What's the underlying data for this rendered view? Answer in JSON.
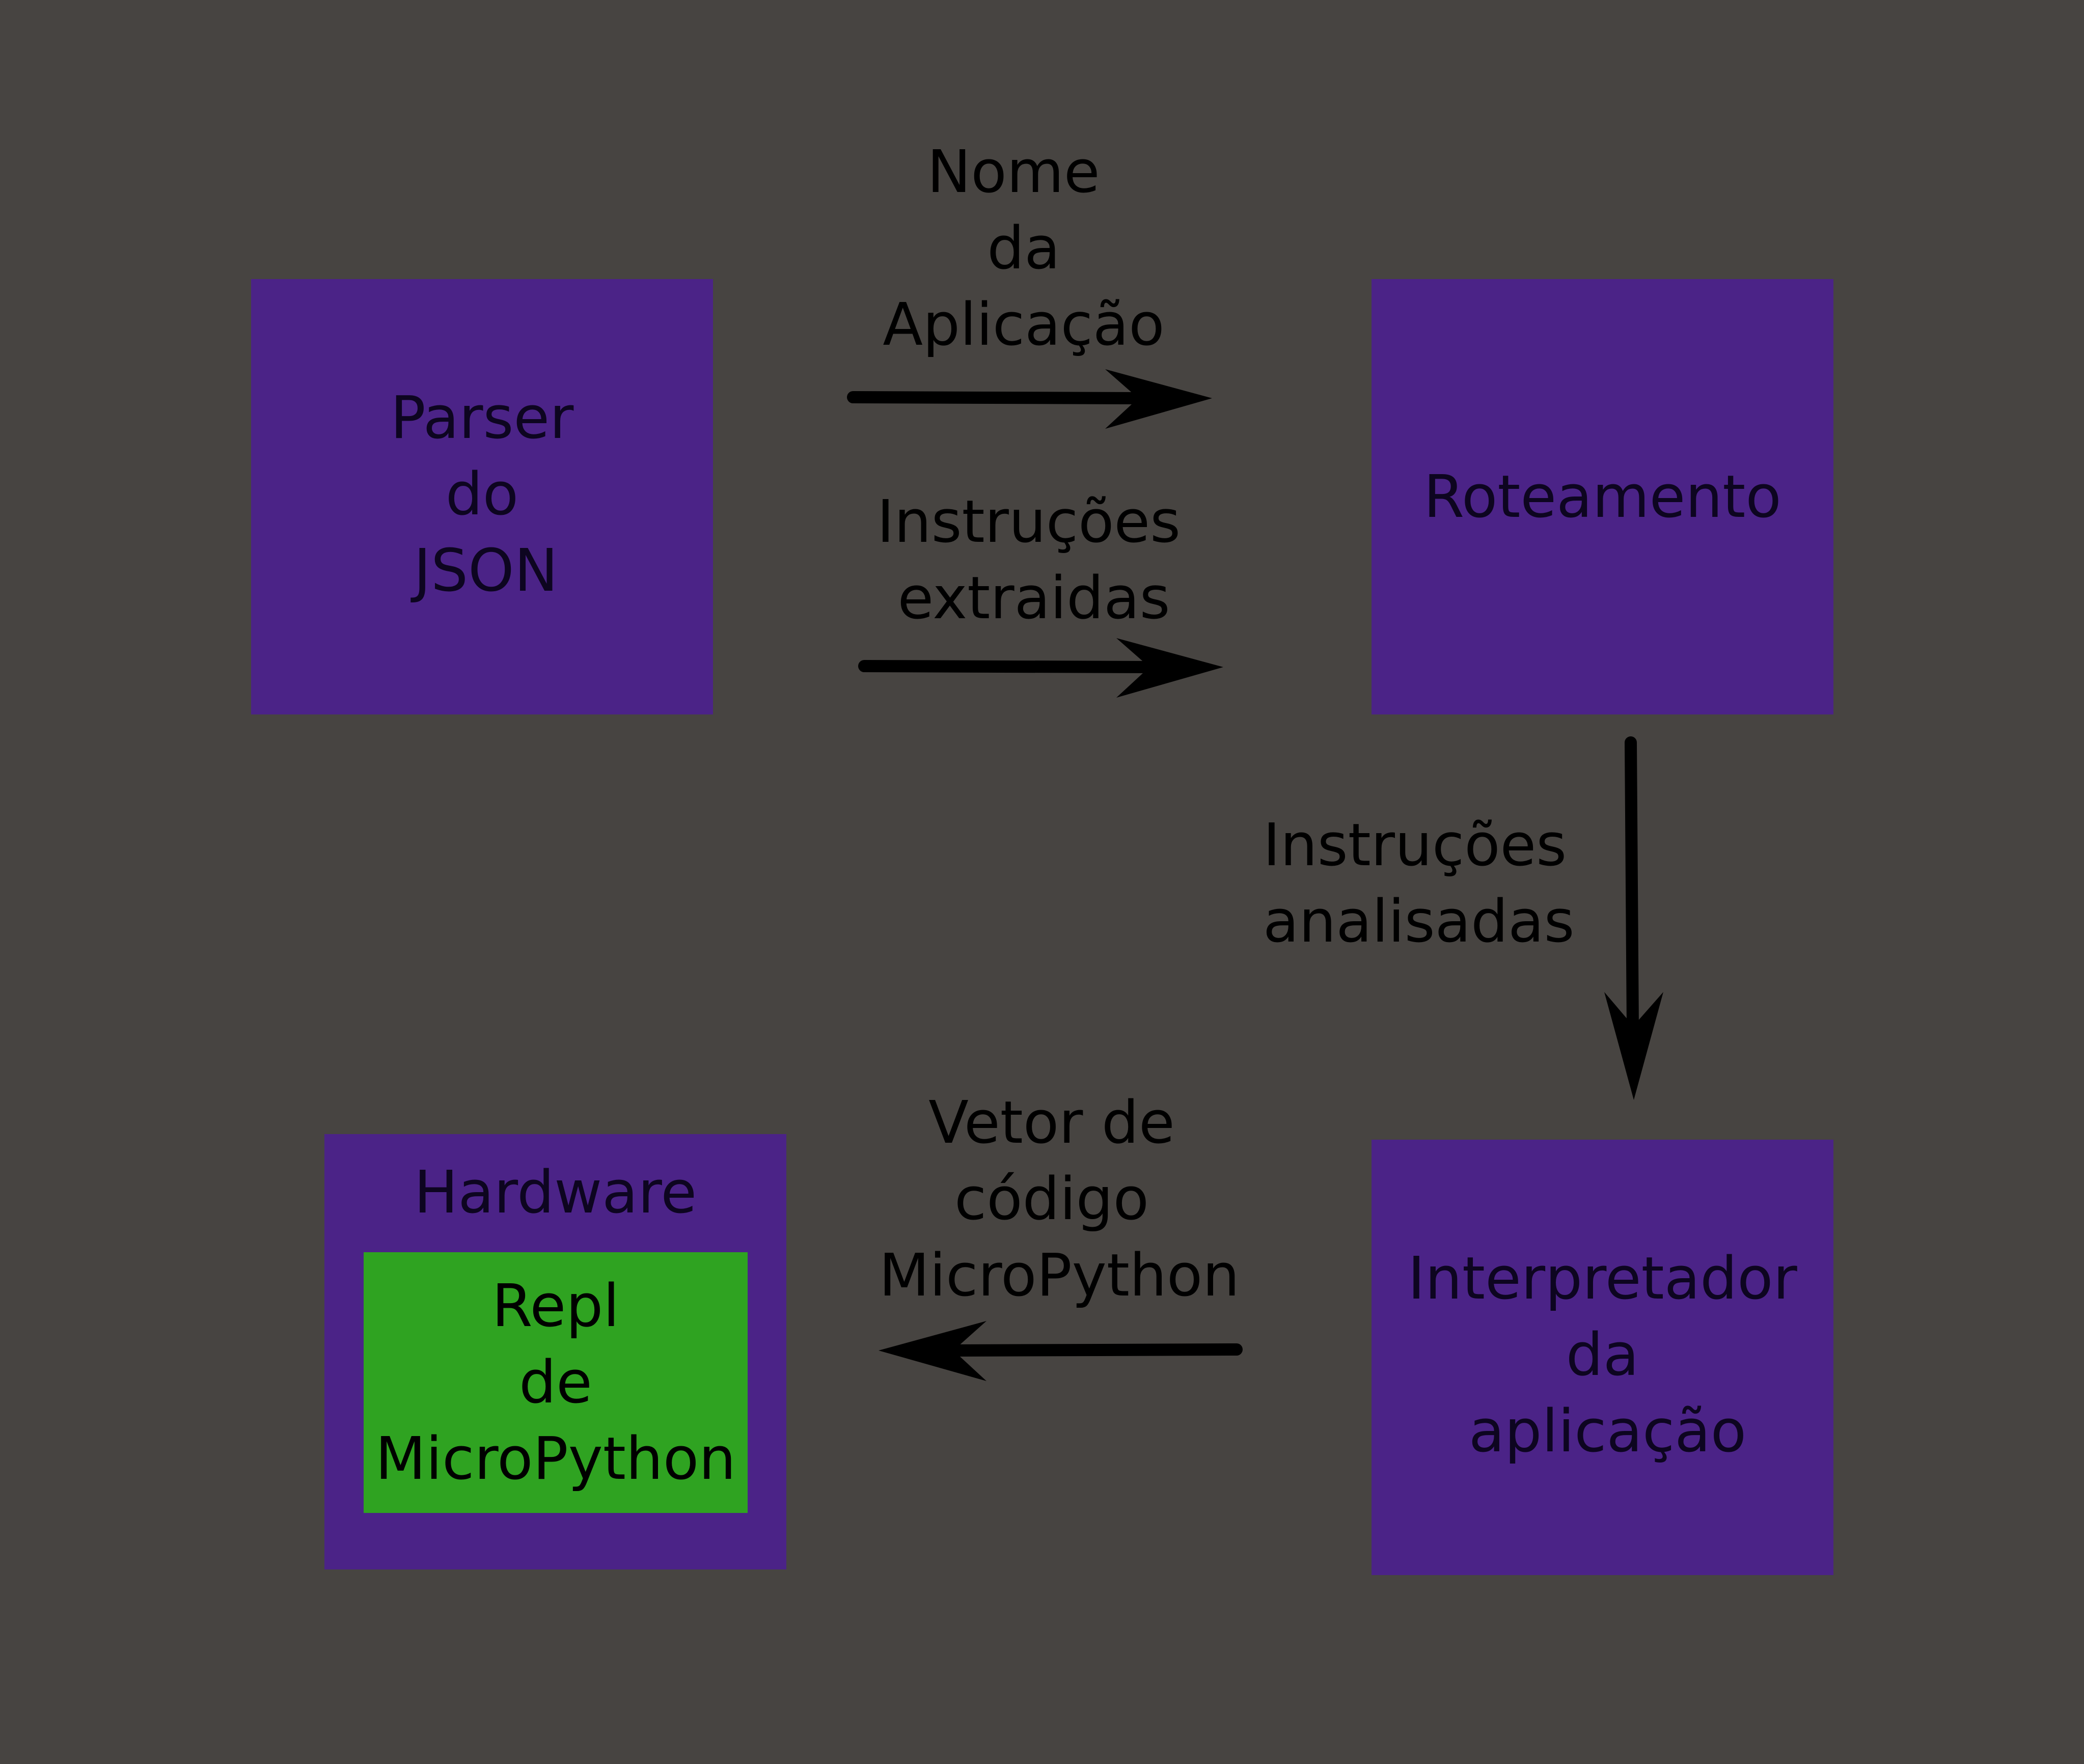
{
  "colors": {
    "background": "#474441",
    "box": "#4b2387",
    "inner_box": "#2fa321",
    "arrow": "#000000"
  },
  "nodes": {
    "parser": {
      "lines": [
        "Parser",
        "do",
        "JSON"
      ]
    },
    "roteamento": {
      "lines": [
        "Roteamento"
      ]
    },
    "interpretador": {
      "lines": [
        "Interpretador",
        "da",
        "aplicação"
      ]
    },
    "hardware": {
      "title": "Hardware",
      "repl": {
        "lines": [
          "Repl",
          "de",
          "MicroPython"
        ]
      }
    }
  },
  "edges": {
    "nome_aplicacao": {
      "lines": [
        "Nome",
        "da",
        "Aplicação"
      ]
    },
    "instrucoes_extraidas": {
      "lines": [
        "Instruções",
        "extraidas"
      ]
    },
    "instrucoes_analisadas": {
      "lines": [
        "Instruções",
        "analisadas"
      ]
    },
    "vetor_codigo": {
      "lines": [
        "Vetor de",
        "código",
        "MicroPython"
      ]
    }
  }
}
